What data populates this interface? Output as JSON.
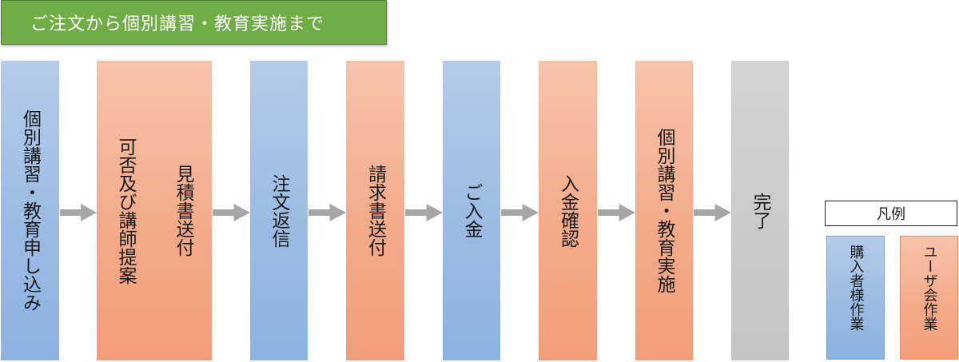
{
  "title": "ご注文から個別講習・教育実施まで",
  "steps": {
    "s1": "個別講習・教育申し込み",
    "s2a": "可否及び講師提案",
    "s2b": "見積書送付",
    "s3": "注文返信",
    "s4": "請求書送付",
    "s5": "ご入金",
    "s6": "入金確認",
    "s7": "個別講習・教育実施",
    "s8": "完了"
  },
  "legend": {
    "title": "凡例",
    "customer": "購入者様作業",
    "association": "ユーザ会作業"
  },
  "colors": {
    "title_green": "#70ad47",
    "customer_blue": "#9bbbe3",
    "association_orange": "#f4ab8a",
    "complete_gray": "#c8c8c8",
    "arrow_gray": "#a6a6a6"
  }
}
